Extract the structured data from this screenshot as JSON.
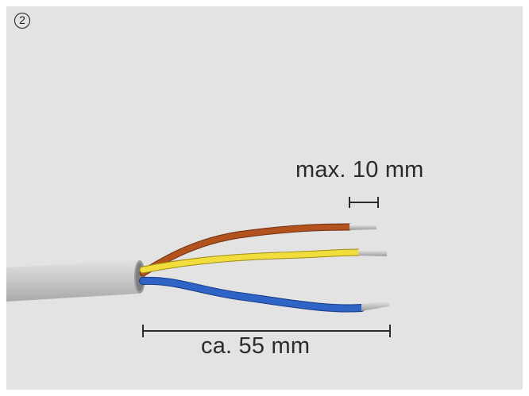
{
  "step_number": "2",
  "labels": {
    "strip_length": "max. 10 mm",
    "sheath_removal": "ca. 55 mm"
  },
  "colors": {
    "background": "#e3e3e3",
    "sheath": "#c5c5c5",
    "wire_brown": "#b2531f",
    "wire_yellow": "#f1dd3c",
    "wire_blue": "#2f63c6",
    "conductor": "#d8d8d8",
    "dimension_line": "#2b2b2b"
  }
}
